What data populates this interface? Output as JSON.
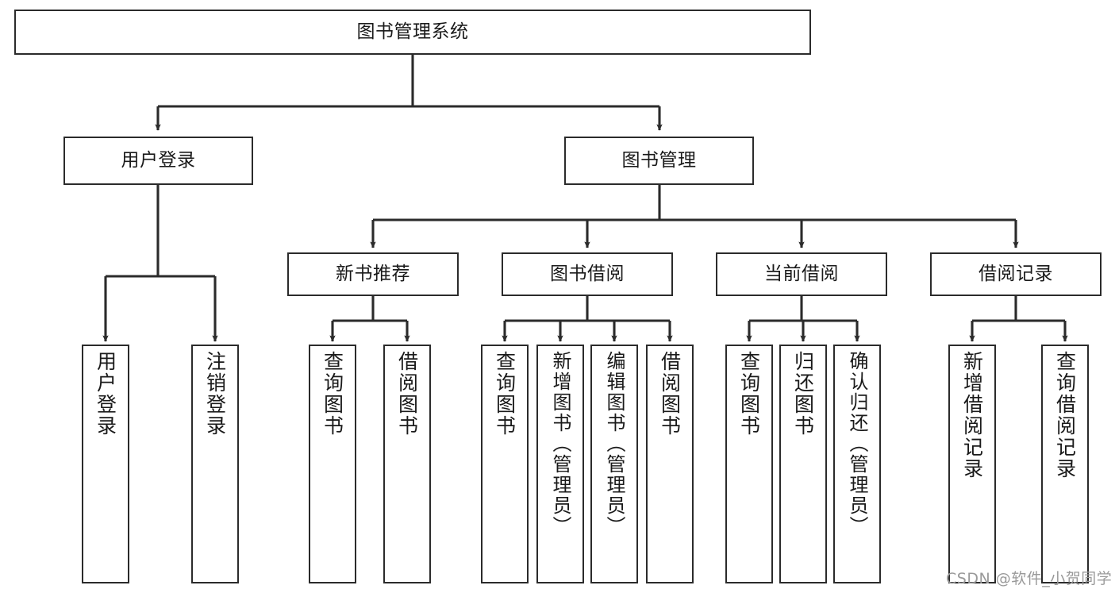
{
  "diagram": {
    "title": "图书管理系统",
    "watermark": "CSDN @软件_小贺同学",
    "colors": {
      "stroke": "#2b2b2b",
      "box_fill": "#ffffff",
      "text": "#1a1a1a",
      "background": "#ffffff",
      "watermark": "#9a9a9a"
    },
    "nodes": {
      "root": {
        "label": "图书管理系统"
      },
      "level2": [
        {
          "id": "user-login",
          "label": "用户登录"
        },
        {
          "id": "book-manage",
          "label": "图书管理"
        }
      ],
      "level3": [
        {
          "id": "new-book-recommend",
          "label": "新书推荐"
        },
        {
          "id": "book-borrow",
          "label": "图书借阅"
        },
        {
          "id": "current-borrow",
          "label": "当前借阅"
        },
        {
          "id": "borrow-record",
          "label": "借阅记录"
        }
      ],
      "leaves": {
        "user-login": [
          {
            "id": "leaf-user-login",
            "label": "用户登录"
          },
          {
            "id": "leaf-logout-login",
            "label": "注销登录"
          }
        ],
        "new-book-recommend": [
          {
            "id": "leaf-query-book-1",
            "label": "查询图书"
          },
          {
            "id": "leaf-borrow-book-1",
            "label": "借阅图书"
          }
        ],
        "book-borrow": [
          {
            "id": "leaf-query-book-2",
            "label": "查询图书"
          },
          {
            "id": "leaf-add-book",
            "label": "新增图书（管理员）"
          },
          {
            "id": "leaf-edit-book",
            "label": "编辑图书（管理员）"
          },
          {
            "id": "leaf-borrow-book-2",
            "label": "借阅图书"
          }
        ],
        "current-borrow": [
          {
            "id": "leaf-query-book-3",
            "label": "查询图书"
          },
          {
            "id": "leaf-return-book",
            "label": "归还图书"
          },
          {
            "id": "leaf-confirm-return",
            "label": "确认归还（管理员）"
          }
        ],
        "borrow-record": [
          {
            "id": "leaf-add-record",
            "label": "新增借阅记录"
          },
          {
            "id": "leaf-query-record",
            "label": "查询借阅记录"
          }
        ]
      }
    }
  }
}
